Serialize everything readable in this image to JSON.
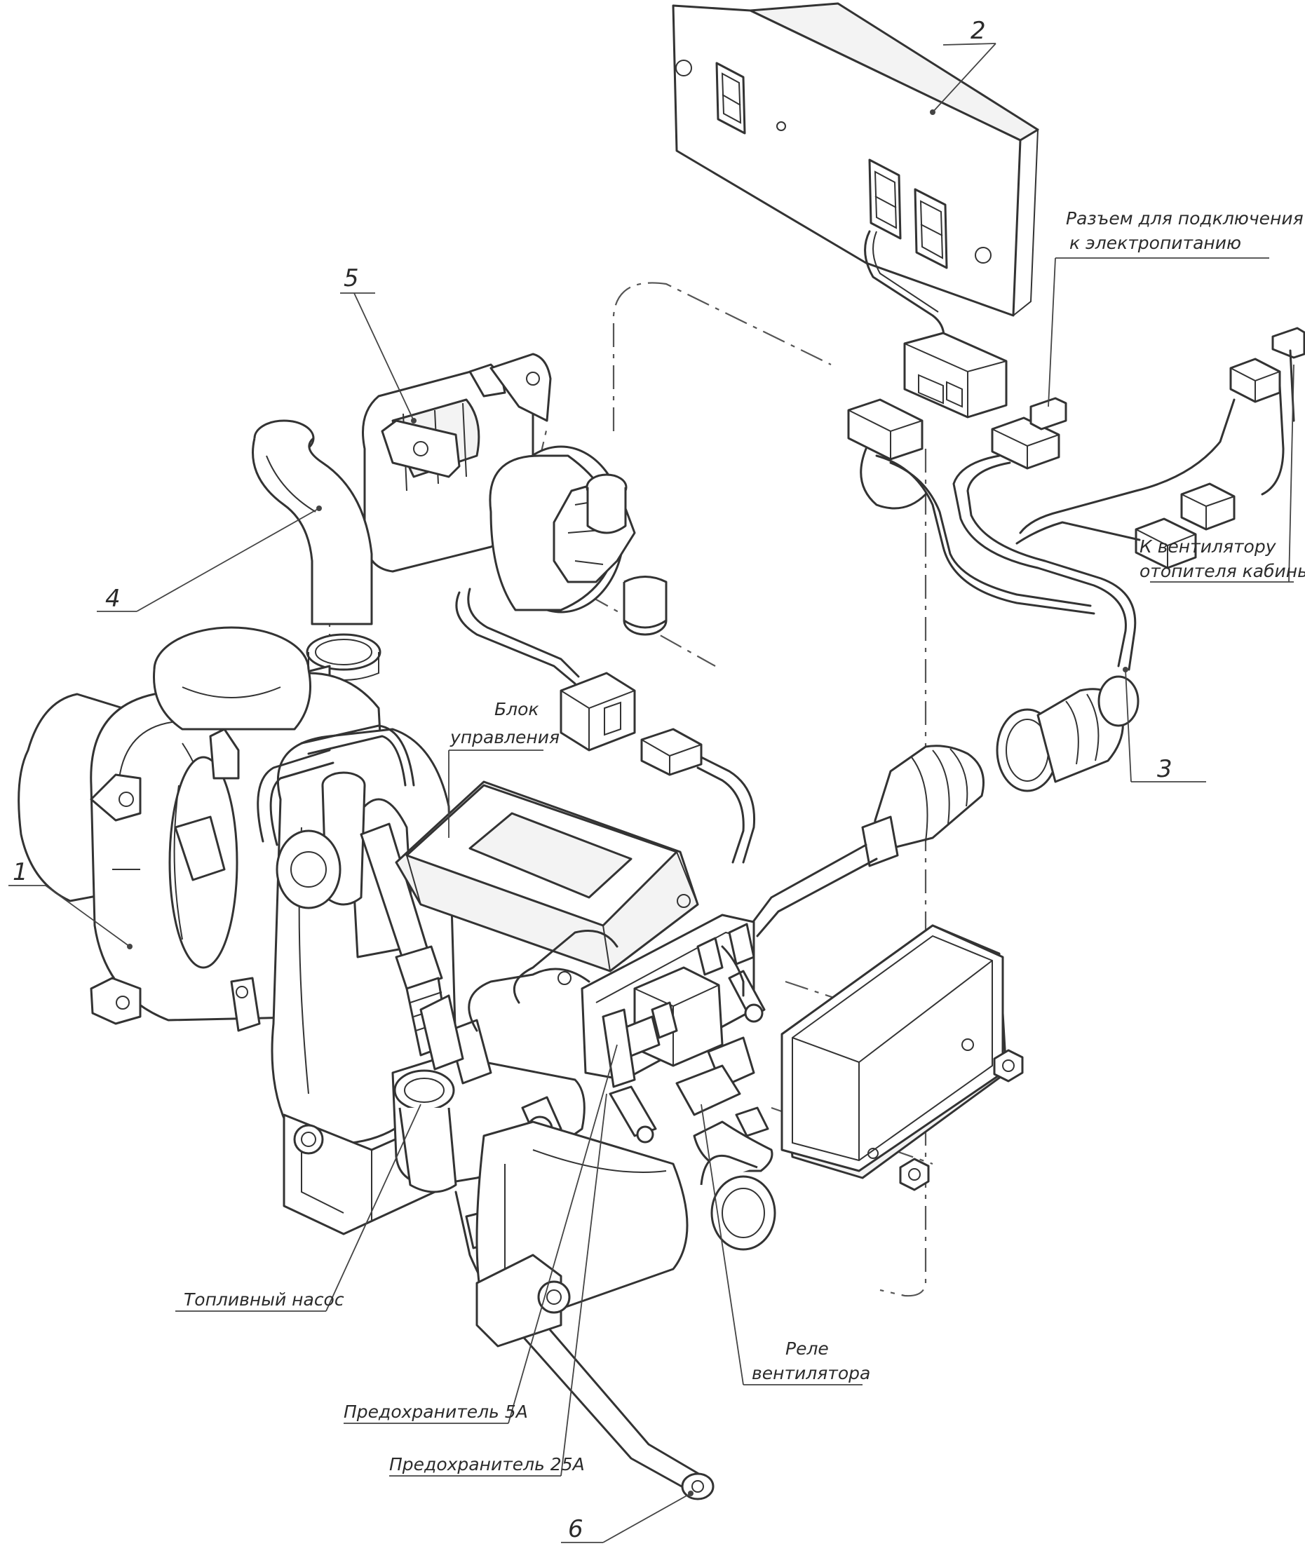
{
  "labels": {
    "callout_1": "1",
    "callout_2": "2",
    "callout_3": "3",
    "callout_4": "4",
    "callout_5": "5",
    "callout_6": "6",
    "power_connector_line1": "Разъем для подключения",
    "power_connector_line2": "к электропитанию",
    "fan_line1": "К вентилятору",
    "fan_line2": "отопителя кабины",
    "control_unit_line1": "Блок",
    "control_unit_line2": "управления",
    "fuel_pump": "Топливный насос",
    "fan_relay_line1": "Реле",
    "fan_relay_line2": "вентилятора",
    "fuse_5a": "Предохранитель 5А",
    "fuse_25a": "Предохранитель 25А"
  }
}
